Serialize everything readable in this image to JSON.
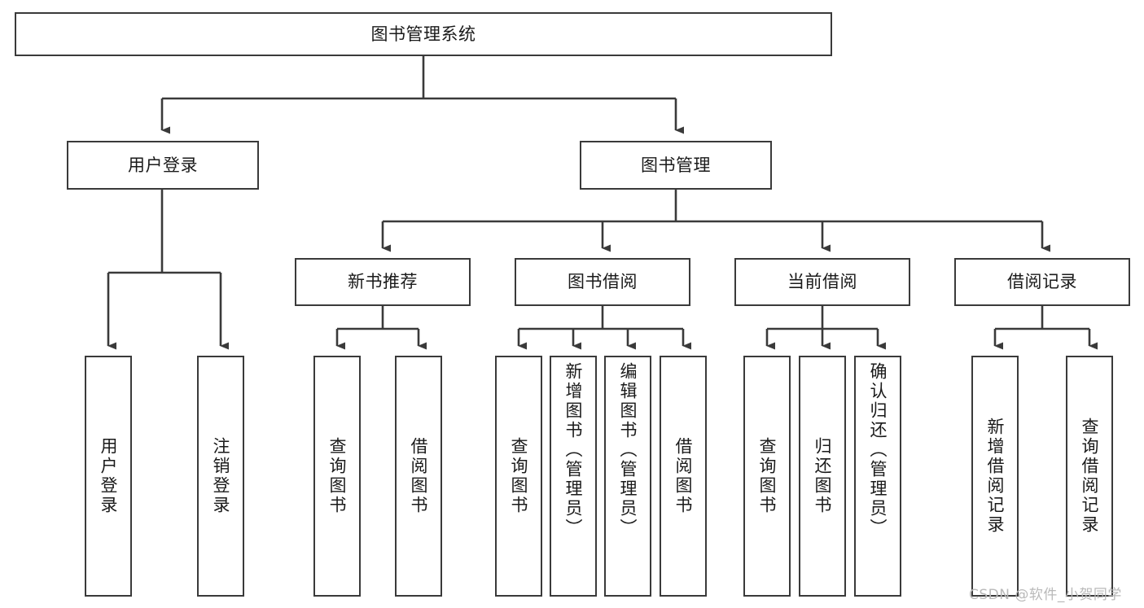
{
  "diagram": {
    "title": "图书管理系统",
    "watermark": "CSDN @软件_小贺同学",
    "line_color": "#3a3a3a",
    "box_fill": "#ffffff",
    "text_color": "#1a1a1a",
    "levels": {
      "root": "图书管理系统",
      "level2": [
        "用户登录",
        "图书管理"
      ],
      "level3": [
        "新书推荐",
        "图书借阅",
        "当前借阅",
        "借阅记录"
      ]
    },
    "nodes": {
      "root": {
        "label": "图书管理系统"
      },
      "user_login": {
        "label": "用户登录"
      },
      "book_manage": {
        "label": "图书管理"
      },
      "new_book_rec": {
        "label": "新书推荐"
      },
      "book_borrow": {
        "label": "图书借阅"
      },
      "current_borrow": {
        "label": "当前借阅"
      },
      "borrow_record": {
        "label": "借阅记录"
      }
    },
    "leaves": {
      "user_login": [
        {
          "label": "用户登录"
        },
        {
          "label": "注销登录"
        }
      ],
      "new_book_rec": [
        {
          "label": "查询图书"
        },
        {
          "label": "借阅图书"
        }
      ],
      "book_borrow": [
        {
          "label": "查询图书"
        },
        {
          "label": "新增图书（管理员）"
        },
        {
          "label": "编辑图书（管理员）"
        },
        {
          "label": "借阅图书"
        }
      ],
      "current_borrow": [
        {
          "label": "查询图书"
        },
        {
          "label": "归还图书"
        },
        {
          "label": "确认归还（管理员）"
        }
      ],
      "borrow_record": [
        {
          "label": "新增借阅记录"
        },
        {
          "label": "查询借阅记录"
        }
      ]
    }
  }
}
